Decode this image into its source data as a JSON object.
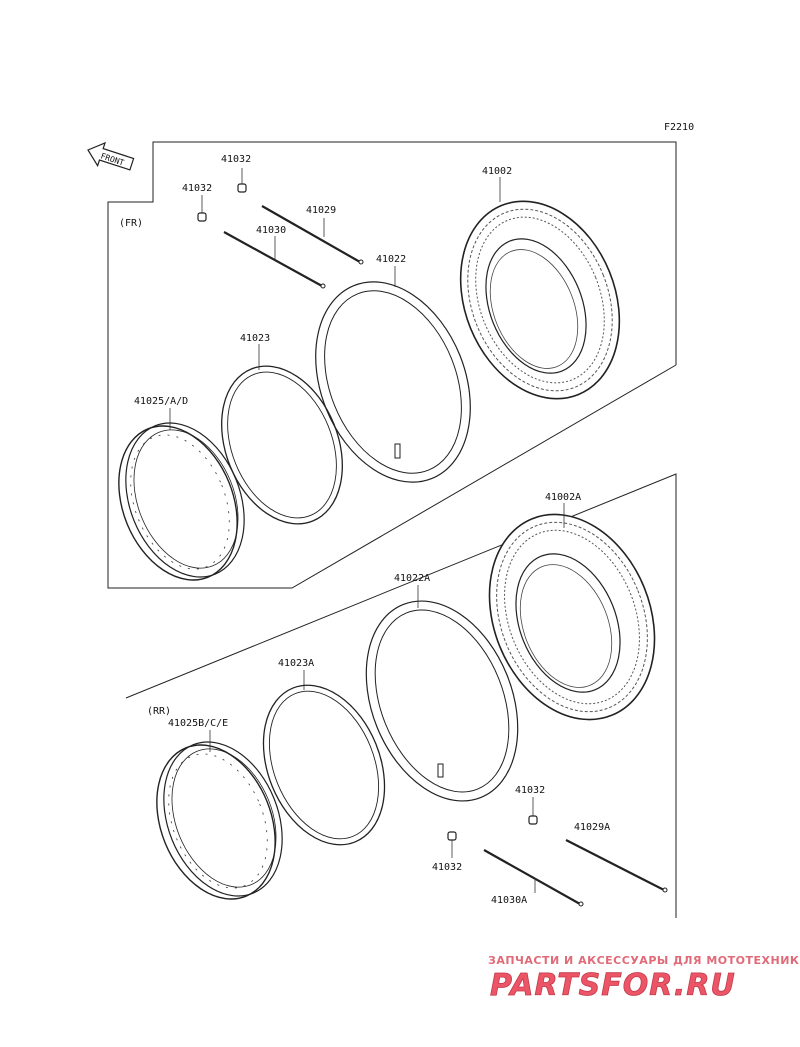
{
  "diagram": {
    "code": "F2210",
    "front_label": "FRONT",
    "sections": {
      "front": "(FR)",
      "rear": "(RR)"
    },
    "front_parts": {
      "valve_cap_a": "41032",
      "valve_cap_b": "41032",
      "spoke_41029": "41029",
      "spoke_41030": "41030",
      "tube": "41022",
      "tire": "41002",
      "rim_band": "41023",
      "rim": "41025/A/D"
    },
    "rear_parts": {
      "tire": "41002A",
      "tube": "41022A",
      "rim_band": "41023A",
      "rim": "41025B/C/E",
      "valve_cap_a": "41032",
      "valve_cap_b": "41032",
      "spoke_41029A": "41029A",
      "spoke_41030A": "41030A"
    }
  },
  "watermark": {
    "tagline": "ЗАПЧАСТИ И АКСЕССУАРЫ ДЛЯ МОТОТЕХНИКИ",
    "logo": "PARTSFOR.RU"
  }
}
